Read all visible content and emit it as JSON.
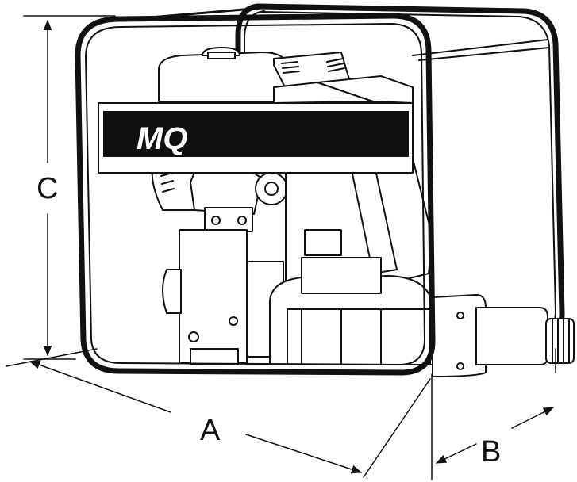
{
  "diagram": {
    "brand_logo_text": "MQ",
    "dimensions": {
      "width_label": "A",
      "depth_label": "B",
      "height_label": "C"
    }
  }
}
